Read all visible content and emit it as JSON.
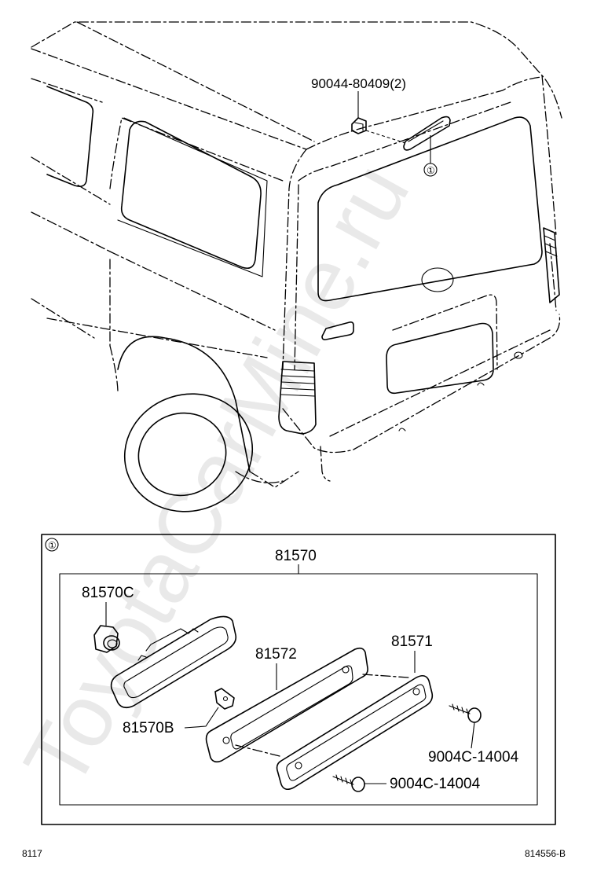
{
  "diagram": {
    "labels": {
      "clip_part": "90044-80409(2)",
      "callout_top": "①",
      "callout_box": "①",
      "assembly": "81570",
      "socket": "81570C",
      "lens": "81572",
      "housing": "81571",
      "bracket": "81570B",
      "screw_upper": "9004C-14004",
      "screw_lower": "9004C-14004"
    },
    "footer": {
      "page": "8117",
      "figure_code": "814556-B"
    },
    "watermark": "ToyotaCarMine.ru"
  }
}
